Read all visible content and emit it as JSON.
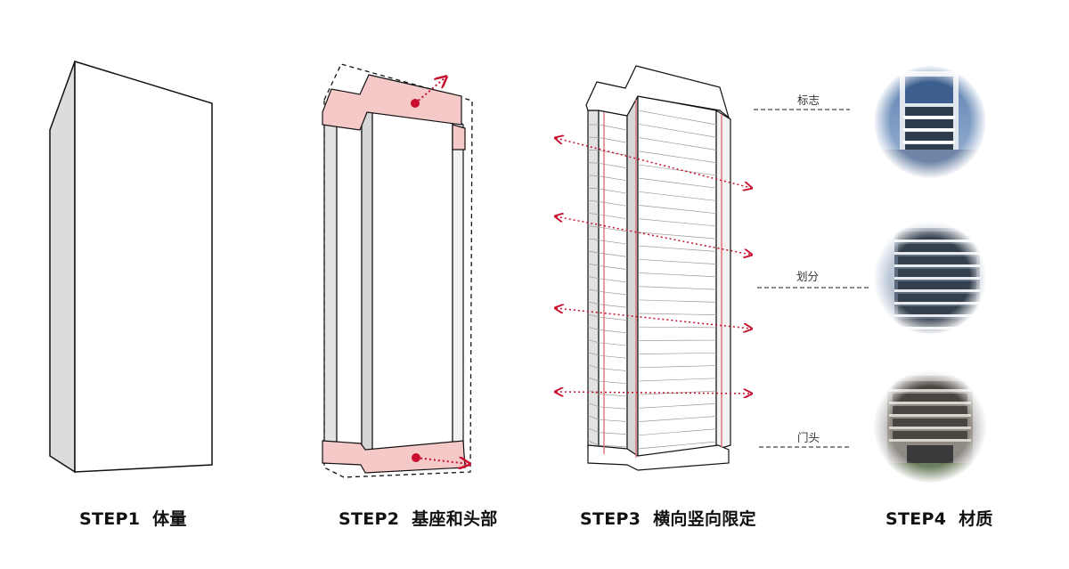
{
  "steps": [
    {
      "label": "STEP1  体量"
    },
    {
      "label": "STEP2  基座和头部"
    },
    {
      "label": "STEP3  横向竖向限定"
    },
    {
      "label": "STEP4  材质"
    }
  ],
  "materials": [
    {
      "label": "标志"
    },
    {
      "label": "划分"
    },
    {
      "label": "门头"
    }
  ],
  "colors": {
    "accent_red": "#c8102e",
    "highlight_pink": "#f6c9c9",
    "outline": "#111111",
    "side_face": "#dcdcdc",
    "front_face": "#ffffff"
  }
}
